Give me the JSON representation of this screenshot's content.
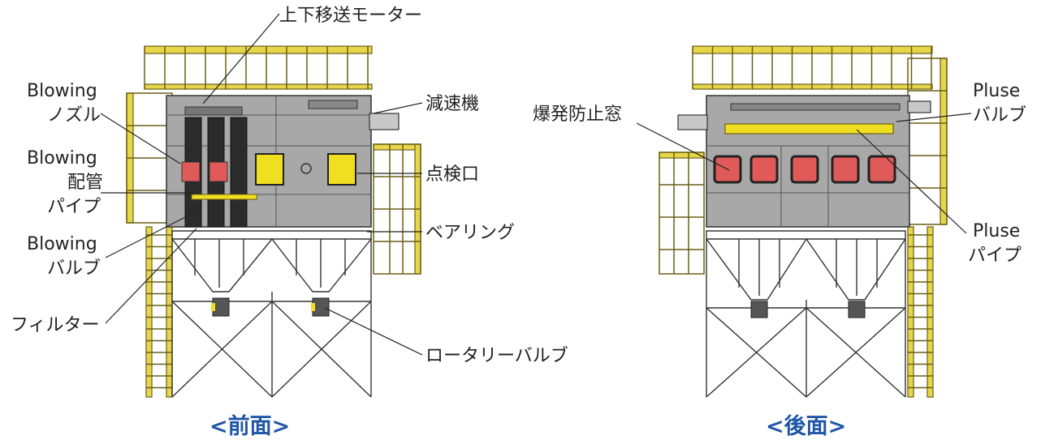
{
  "front_view": {
    "caption": "<前面>",
    "labels": {
      "motor": "上下移送モーター",
      "reducer": "減速機",
      "nozzle_1": "Blowing",
      "nozzle_2": "ノズル",
      "pipe_1": "Blowing",
      "pipe_2": "配管",
      "pipe_3": "パイプ",
      "valve_1": "Blowing",
      "valve_2": "バルブ",
      "filter": "フィルター",
      "inspection": "点検口",
      "bearing": "ベアリング",
      "rotary": "ロータリーバルブ"
    }
  },
  "rear_view": {
    "caption": "<後面>",
    "labels": {
      "window": "爆発防止窓",
      "pulse_valve_1": "Pluse",
      "pulse_valve_2": "バルブ",
      "pulse_pipe_1": "Pluse",
      "pulse_pipe_2": "パイプ"
    }
  },
  "colors": {
    "caption": "#1f56a5",
    "railing": "#e6d74a",
    "body": "#a8a8a8",
    "window": "#e05a5a",
    "hatch": "#f0de20"
  }
}
